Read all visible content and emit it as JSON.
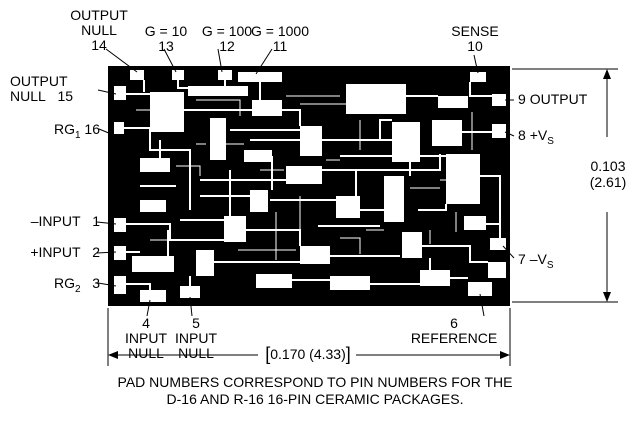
{
  "colors": {
    "die_background": "#000000",
    "metal": "#ffffff",
    "ink": "#000000"
  },
  "top_labels": {
    "output_null_top": {
      "line1": "OUTPUT",
      "line2": "NULL",
      "pin": "14"
    },
    "g10": {
      "label": "G = 10",
      "pin": "13"
    },
    "g100": {
      "label": "G = 100",
      "pin": "12"
    },
    "g1000": {
      "label": "G = 1000",
      "pin": "11"
    },
    "sense": {
      "label": "SENSE",
      "pin": "10"
    }
  },
  "left_labels": {
    "output_null_left": {
      "line1": "OUTPUT",
      "line2": "NULL",
      "pin": "15"
    },
    "rg1": {
      "label": "RG",
      "sub": "1",
      "pin": "16"
    },
    "neg_input": {
      "label": "–INPUT",
      "pin": "1"
    },
    "pos_input": {
      "label": "+INPUT",
      "pin": "2"
    },
    "rg2": {
      "label": "RG",
      "sub": "2",
      "pin": "3"
    }
  },
  "right_labels": {
    "output": {
      "pin": "9",
      "label": "OUTPUT"
    },
    "pos_vs": {
      "pin": "8",
      "label": "+V",
      "sub": "S"
    },
    "neg_vs": {
      "pin": "7",
      "label": "–V",
      "sub": "S"
    }
  },
  "bottom_labels": {
    "input_null_4": {
      "pin": "4",
      "line1": "INPUT",
      "line2": "NULL"
    },
    "input_null_5": {
      "pin": "5",
      "line1": "INPUT",
      "line2": "NULL"
    },
    "reference": {
      "pin": "6",
      "label": "REFERENCE"
    }
  },
  "dimensions": {
    "height_in": "0.103",
    "height_mm": "(2.61)",
    "width": "0.170 (4.33)"
  },
  "caption": {
    "line1": "PAD NUMBERS CORRESPOND TO PIN NUMBERS FOR THE",
    "line2": "D-16 AND R-16 16-PIN CERAMIC PACKAGES."
  }
}
